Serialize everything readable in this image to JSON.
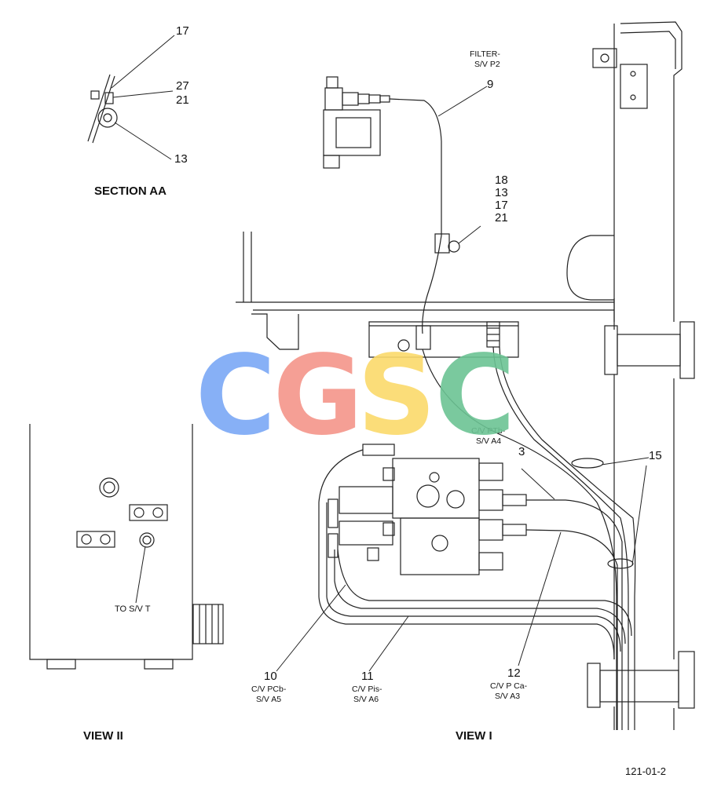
{
  "section_aa": {
    "title": "SECTION AA",
    "callouts": [
      "17",
      "27",
      "21",
      "13"
    ]
  },
  "view_ii": {
    "title": "VIEW II",
    "note": "TO S/V T"
  },
  "view_i": {
    "title": "VIEW I",
    "filter_label": [
      "FILTER-",
      "S/V P2"
    ],
    "clamp_stack": [
      "18",
      "13",
      "17",
      "21"
    ],
    "ptb_label": [
      "C/V PTb-",
      "S/V A4"
    ],
    "callouts": {
      "hose_9": "9",
      "hose_3": "3",
      "clip_15": "15",
      "hose_10": "10",
      "hose_11": "11",
      "hose_12": "12"
    },
    "hose_10_label": [
      "C/V PCb-",
      "S/V A5"
    ],
    "hose_11_label": [
      "C/V Pis-",
      "S/V A6"
    ],
    "hose_12_label": [
      "C/V P Ca-",
      "S/V A3"
    ]
  },
  "drawing_code": "121-01-2",
  "watermark": {
    "letters": [
      "C",
      "G",
      "S",
      "C"
    ],
    "colors": [
      "#7aa7f5",
      "#f4958a",
      "#fbd96a",
      "#6cc394"
    ]
  }
}
